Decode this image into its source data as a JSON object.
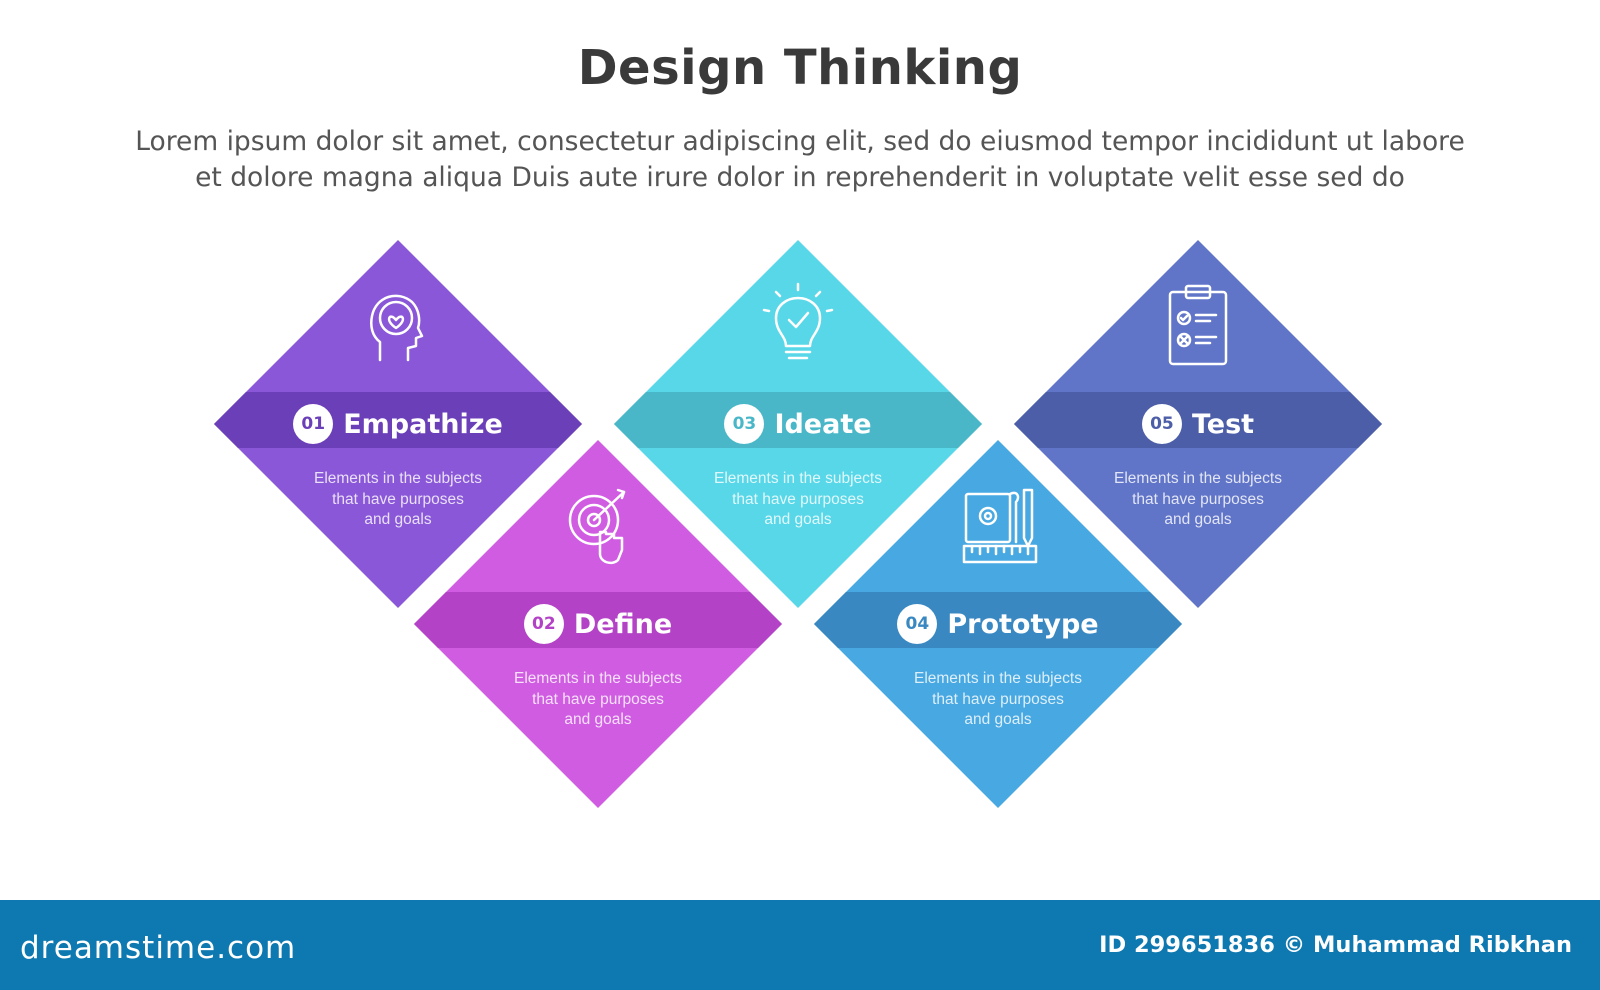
{
  "title": "Design Thinking",
  "subtitle_lines": [
    "Lorem ipsum dolor sit amet, consectetur adipiscing elit, sed do eiusmod tempor incididunt ut labore",
    "et dolore magna aliqua Duis aute irure dolor in reprehenderit in voluptate velit esse sed do"
  ],
  "steps": [
    {
      "number": "01",
      "title": "Empathize",
      "desc_lines": [
        "Elements in the subjects",
        "that have purposes",
        "and  goals"
      ],
      "color": "#8a57d8",
      "band_color": "#6b3fb8",
      "icon": "head-heart-icon"
    },
    {
      "number": "02",
      "title": "Define",
      "desc_lines": [
        "Elements in the subjects",
        "that have purposes",
        "and  goals"
      ],
      "color": "#d05ce2",
      "band_color": "#b342c6",
      "icon": "target-hand-icon"
    },
    {
      "number": "03",
      "title": "Ideate",
      "desc_lines": [
        "Elements in the subjects",
        "that have purposes",
        "and  goals"
      ],
      "color": "#57d7e7",
      "band_color": "#4ab7c9",
      "icon": "lightbulb-icon"
    },
    {
      "number": "04",
      "title": "Prototype",
      "desc_lines": [
        "Elements in the subjects",
        "that have purposes",
        "and  goals"
      ],
      "color": "#47a8e2",
      "band_color": "#3a88c2",
      "icon": "design-tools-icon"
    },
    {
      "number": "05",
      "title": "Test",
      "desc_lines": [
        "Elements in the subjects",
        "that have purposes",
        "and  goals"
      ],
      "color": "#6074c8",
      "band_color": "#4d5ea8",
      "icon": "clipboard-icon"
    }
  ],
  "footer": {
    "brand": "dreamstime.com",
    "credit": "ID 299651836 © Muhammad Ribkhan",
    "color": "#0e78b0"
  }
}
